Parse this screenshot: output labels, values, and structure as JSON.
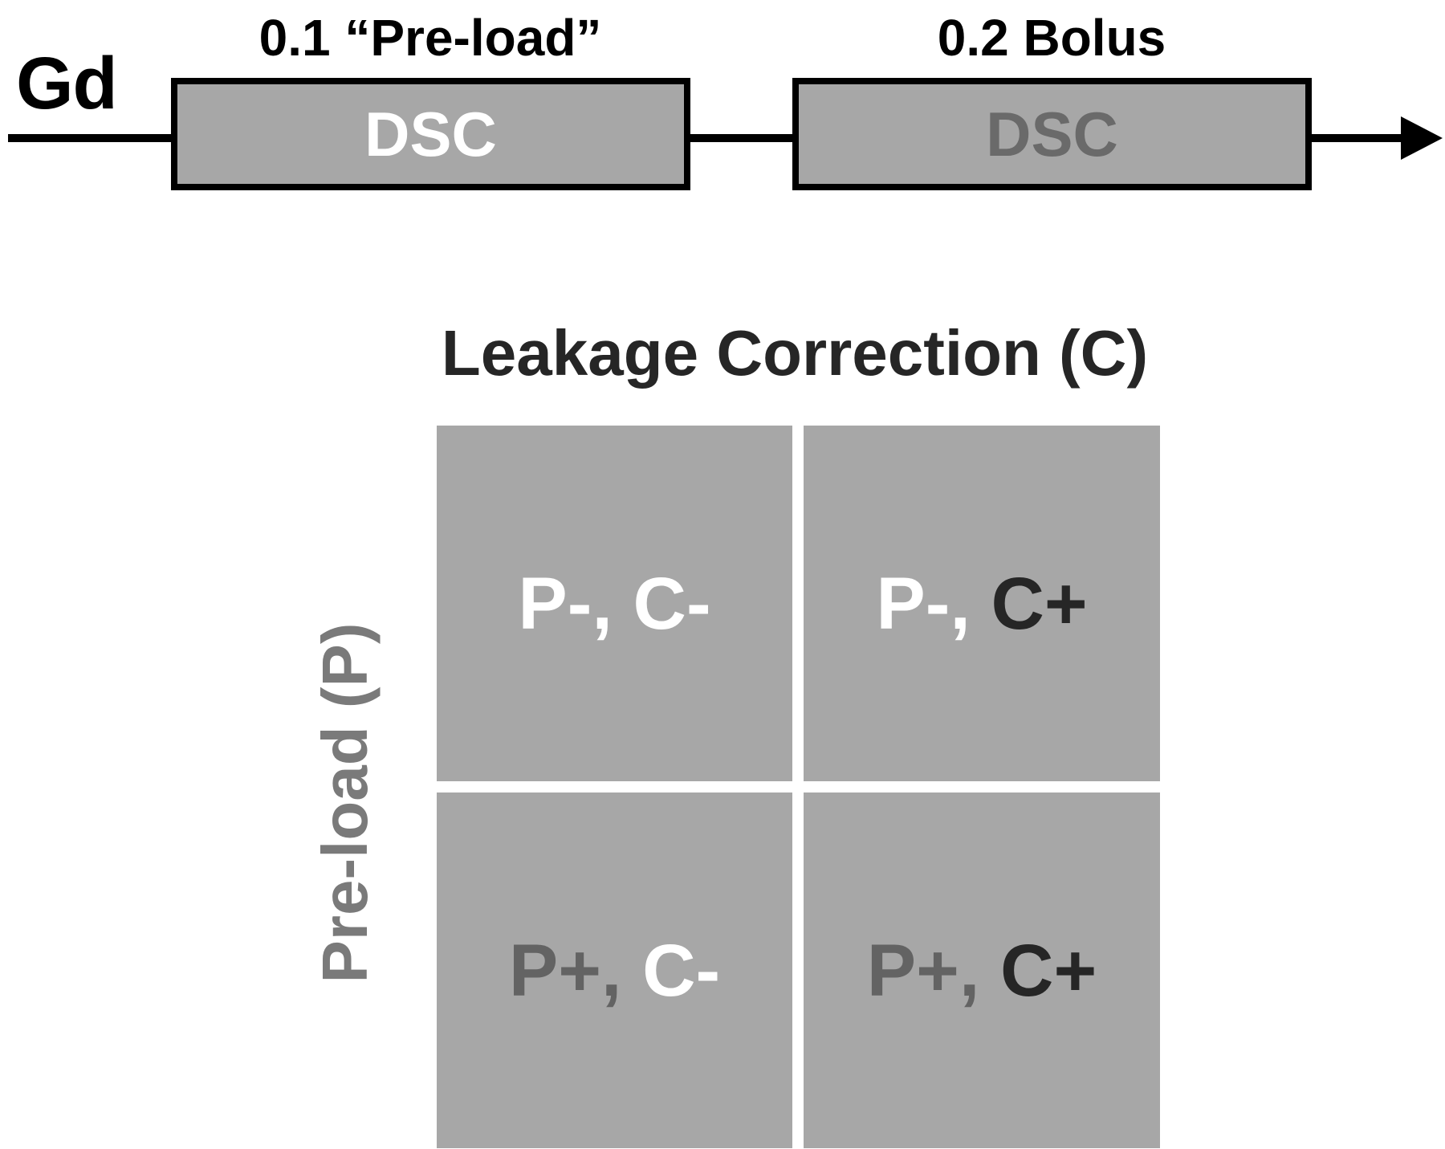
{
  "timeline": {
    "agent_label": "Gd",
    "injections": [
      {
        "dose_label": "0.1 “Pre-load”",
        "box_label": "DSC"
      },
      {
        "dose_label": "0.2 Bolus",
        "box_label": "DSC"
      }
    ]
  },
  "matrix": {
    "column_axis_label": "Leakage Correction (C)",
    "row_axis_label": "Pre-load (P)",
    "cells": [
      {
        "p": "P-,",
        "c": "C-"
      },
      {
        "p": "P-,",
        "c": "C+"
      },
      {
        "p": "P+,",
        "c": "C-"
      },
      {
        "p": "P+,",
        "c": "C+"
      }
    ]
  },
  "colors": {
    "box_fill": "#a7a7a7",
    "text_white": "#ffffff",
    "text_dark": "#262626",
    "text_mid_gray": "#636363",
    "dsc_second_text": "#6a6a6a",
    "row_axis_text": "#7a7a7a"
  }
}
